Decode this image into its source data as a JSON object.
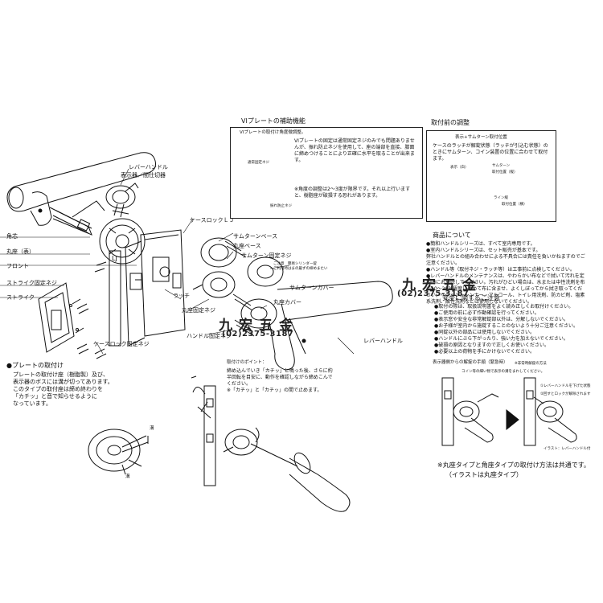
{
  "parts": {
    "lever_handle": "レバーハンドル",
    "indicator_thumb": "表示器／間仕切器",
    "case_lock": "ケースロックＬＪ",
    "thumbturn_base": "サムターンベース",
    "rose_base": "丸座ベース",
    "thumbturn_screw": "サムターン固定ネジ",
    "cylinder_note_1": "ご注意　簡易シリンダー錠",
    "cylinder_note_2": "ご利用時はまの厳ずの締めまたい",
    "thumbturn_cover": "サムターンカバー",
    "rose_cover": "丸座カバー",
    "spindle": "角芯",
    "rose_front": "丸座（表）",
    "front": "フロント",
    "strike_screw": "ストライク固定ネジ",
    "strike": "ストライク",
    "latch": "ラッチ",
    "rose_screw": "丸座固定ネジ",
    "handle_screw": "ハンドル固定ネジ",
    "case_lock_screw": "ケースロック固定ネジ",
    "lever_handle_right": "レバーハンドル"
  },
  "vi_box": {
    "title": "VIプレートの補助機能",
    "subtitle": "VIプレートの取付け角度微調整。",
    "text": "VIプレートの固定は通常固定ネジのみでも問題ありませんが、振れ防止ネジを使用して、座の端部を直接、膝面に締めつけることにより正確に水平を取ることが出来ます。",
    "label_screw": "通常固定ネジ",
    "label_anti": "振れ防止ネジ",
    "note": "※角度の調整は2～3度が限界です。それ以上行いますと、樹脂座が破損する恐れがあります。"
  },
  "adjust_box": {
    "title": "取付前の調整",
    "subtitle": "表示+サムターン取付位置",
    "text": "ケースのラッチが解錠状態（ラッチが引込む状態）のときにサムターン、コイン装置の位置に合わせて取付ます。",
    "label_left": "表示（白）",
    "label_thumbturn": "サムターン",
    "label_pos": "取付位置（縦）",
    "label_line": "ライン縦",
    "label_pos2": "取付位置（横）"
  },
  "product_notes": {
    "title": "商品について",
    "lines": [
      "●簡和ハンドルシリーズは、すべて室内専用です。",
      "●室内ハンドルシリーズは、セット販売が基本です。",
      "弊社ハンドルとの組み合わせによる不具合には責任を負いかねますのでご注意ください。",
      "●ハンドル等（取付ネジ・ラッチ等）は工事前に点検してください。",
      "●レバーハンドルのメンテナンスは、やわらかい布などで拭いて汚れを定期的にお掃除してください。汚れがひどい場合は、水または中性洗剤を布で10～20％程度に薄めて布に含ませ、よくしぼってから拭き取ってください。ベンジン、シンナー、アルコール、トイレ用洗剤、防カビ剤、塩素系洗剤、酸性洗剤などは使用しないでください。"
    ]
  },
  "safety": {
    "title": "安全に関するご注意",
    "lines": [
      "●取付の際は、取扱説明書をよく読み正しくお取付けください。",
      "●ご使用の前に必ず作動確認を行ってください。",
      "●表示窓や安全な非常解錠部以外は、分解しないでください。",
      "●お子様が室内から施錠することのないよう十分ご注意ください。",
      "●同錠以外の部品には使用しないでください。",
      "●ハンドルにぶら下がったり、強い力を加えないでください。",
      "●破損の原因となりますので正しくお使いください。",
      "●必要以上の荷物を手にかけないでください。"
    ]
  },
  "emergency": {
    "title": "表示器側からの解錠の手順（緊急時）",
    "note": "※非常時解錠の方法",
    "caption": "コイン等の細い物で表示の溝をまわしてください。",
    "step1": "①レバーハンドルを下げた状態",
    "step2": "②回すとロックが解除されます",
    "credit": "イラスト：レバーハンドル付"
  },
  "footer_note_1": "※丸座タイプと角座タイプの取付け方法は共通です。",
  "footer_note_2": "（イラストは丸座タイプ）",
  "plate_section": {
    "title": "●プレートの取付け",
    "body": [
      "プレートの取付け座（樹脂製）及び、",
      "表示器のボスには溝が切ってあります。",
      "このタイプの取付座は締め終わりを",
      "「カチッ」と音で知らせるように",
      "なっています。"
    ],
    "label_groove_1": "溝",
    "label_groove_2": "溝"
  },
  "points": {
    "title": "取付けのポイント：",
    "lines": [
      "締め込んでいき「カチッ」と鳴った後、さらに約",
      "半回転を目安に、動作を確認しながら締めこんで",
      "ください。",
      "※「カチッ」と「カチッ」の間で止めます。"
    ]
  },
  "watermark": {
    "chars": "九宏五金",
    "phone": "(02)2375-3187"
  }
}
